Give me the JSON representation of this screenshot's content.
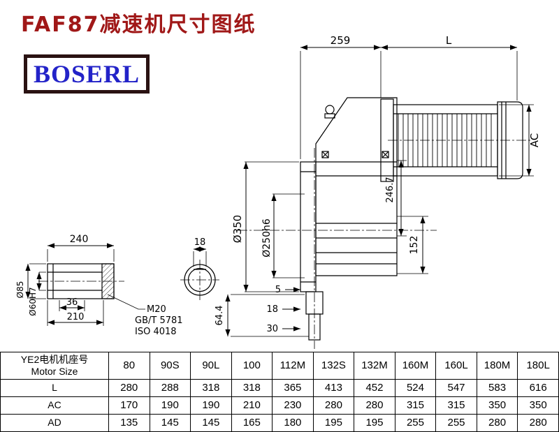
{
  "title": "FAF87减速机尺寸图纸",
  "logo": "BOSERL",
  "colors": {
    "title": "#a01818",
    "logo_text": "#2323c8",
    "logo_border": "#2a1212",
    "line": "#000000",
    "background": "#ffffff"
  },
  "dims": {
    "d259": "259",
    "dL": "L",
    "dAC": "AC",
    "d350": "Ø350",
    "d250": "Ø250h6",
    "d2467": "246.7",
    "d152": "152",
    "d5": "5",
    "d18": "18",
    "d30": "30",
    "d644": "64.4",
    "d240": "240",
    "dkey18": "18",
    "d85": "Ø85",
    "d60": "Ø60H7",
    "d36": "36",
    "d210": "210",
    "m20": "M20",
    "std1": "GB/T 5781",
    "std2": "ISO 4018"
  },
  "table": {
    "header_cn": "YE2电机机座号",
    "header_en": "Motor Size",
    "columns": [
      "80",
      "90S",
      "90L",
      "100",
      "112M",
      "132S",
      "132M",
      "160M",
      "160L",
      "180M",
      "180L"
    ],
    "rows": [
      {
        "label": "L",
        "values": [
          "280",
          "288",
          "318",
          "318",
          "365",
          "413",
          "452",
          "524",
          "547",
          "583",
          "616"
        ]
      },
      {
        "label": "AC",
        "values": [
          "170",
          "190",
          "190",
          "210",
          "230",
          "280",
          "280",
          "315",
          "315",
          "350",
          "350"
        ]
      },
      {
        "label": "AD",
        "values": [
          "135",
          "145",
          "145",
          "165",
          "180",
          "195",
          "195",
          "255",
          "255",
          "280",
          "280"
        ]
      }
    ]
  }
}
